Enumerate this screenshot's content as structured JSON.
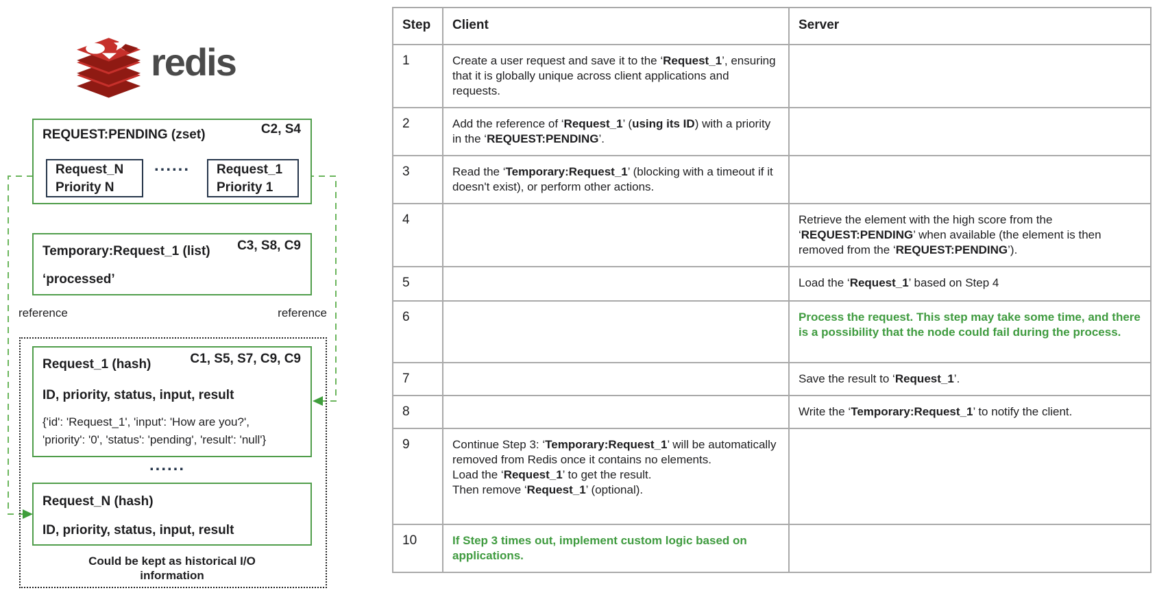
{
  "colors": {
    "green_border": "#4f9d4a",
    "green_dash": "#6ab55c",
    "green_arrow": "#3f9e3c",
    "green_text": "#3f9b3f",
    "table_border": "#a9a9a9",
    "inner_box_border": "#25354a",
    "redis_red": "#c6302b",
    "redis_dark_red": "#8f1a13",
    "logo_text_color": "#4a4a4a",
    "text_color": "#1d1d1f",
    "dotted_border": "#222222"
  },
  "diagram": {
    "logo_text": "redis",
    "pending_box": {
      "title": "REQUEST:PENDING (zset)",
      "tag": "C2, S4",
      "item_left": "Request_N\nPriority N",
      "dots": "......",
      "item_right": "Request_1\nPriority 1"
    },
    "temporary_box": {
      "title": "Temporary:Request_1 (list)",
      "tag": "C3, S8, C9",
      "value": "‘processed’"
    },
    "reference_left": "reference",
    "reference_right": "reference",
    "request1_box": {
      "title": "Request_1 (hash)",
      "tag": "C1, S5, S7, C9, C9",
      "fields": "ID, priority, status, input, result",
      "value": "{'id': 'Request_1', 'input': 'How are you?',\n'priority': '0', 'status': 'pending', 'result': 'null'}"
    },
    "hash_dots": "......",
    "requestN_box": {
      "title": "Request_N (hash)",
      "fields": "ID, priority, status, input, result"
    },
    "footnote": "Could be kept as historical I/O information"
  },
  "table": {
    "headers": [
      "Step",
      "Client",
      "Server"
    ],
    "rows": [
      {
        "step": "1",
        "client": [
          {
            "t": "Create a user request and save it to the ‘"
          },
          {
            "t": "Request_1",
            "b": true
          },
          {
            "t": "’, ensuring that it is globally unique across client applications and requests."
          }
        ],
        "server": []
      },
      {
        "step": "2",
        "client": [
          {
            "t": "Add the reference of ‘"
          },
          {
            "t": "Request_1",
            "b": true
          },
          {
            "t": "’ ("
          },
          {
            "t": "using its ID",
            "b": true
          },
          {
            "t": ") with a priority in the ‘"
          },
          {
            "t": "REQUEST:PENDING",
            "b": true
          },
          {
            "t": "’."
          }
        ],
        "server": []
      },
      {
        "step": "3",
        "client": [
          {
            "t": "Read the ‘"
          },
          {
            "t": "Temporary:Request_1",
            "b": true
          },
          {
            "t": "’ (blocking with a timeout if it doesn't exist), or perform other actions."
          }
        ],
        "server": []
      },
      {
        "step": "4",
        "client": [],
        "server": [
          {
            "t": "Retrieve the element with the high score from the ‘"
          },
          {
            "t": "REQUEST:PENDING",
            "b": true
          },
          {
            "t": "’ when available (the element is then removed from the ‘"
          },
          {
            "t": "REQUEST:PENDING",
            "b": true
          },
          {
            "t": "’)."
          }
        ]
      },
      {
        "step": "5",
        "client": [],
        "server": [
          {
            "t": "Load the ‘"
          },
          {
            "t": "Request_1",
            "b": true
          },
          {
            "t": "’ based on Step 4"
          }
        ]
      },
      {
        "step": "6",
        "client": [],
        "server_green": true,
        "server": [
          {
            "t": "Process the request. This step may take some time, and there is a possibility that the node could fail during the process.",
            "b": true
          }
        ]
      },
      {
        "step": "7",
        "client": [],
        "server": [
          {
            "t": "Save the result to ‘"
          },
          {
            "t": "Request_1",
            "b": true
          },
          {
            "t": "’."
          }
        ]
      },
      {
        "step": "8",
        "client": [],
        "server": [
          {
            "t": "Write the ‘"
          },
          {
            "t": "Temporary:Request_1",
            "b": true
          },
          {
            "t": "’ to notify the client."
          }
        ]
      },
      {
        "step": "9",
        "client": [
          {
            "t": "Continue Step 3: ‘"
          },
          {
            "t": "Temporary:Request_1",
            "b": true
          },
          {
            "t": "’ will be automatically removed from Redis once it contains no elements.\nLoad the ‘"
          },
          {
            "t": "Request_1",
            "b": true
          },
          {
            "t": "’ to get the result.\nThen remove ‘"
          },
          {
            "t": "Request_1",
            "b": true
          },
          {
            "t": "’ (optional)."
          }
        ],
        "server": []
      },
      {
        "step": "10",
        "client_green": true,
        "client": [
          {
            "t": "If Step 3 times out, implement custom logic based on applications.",
            "b": true
          }
        ],
        "server": []
      }
    ]
  }
}
